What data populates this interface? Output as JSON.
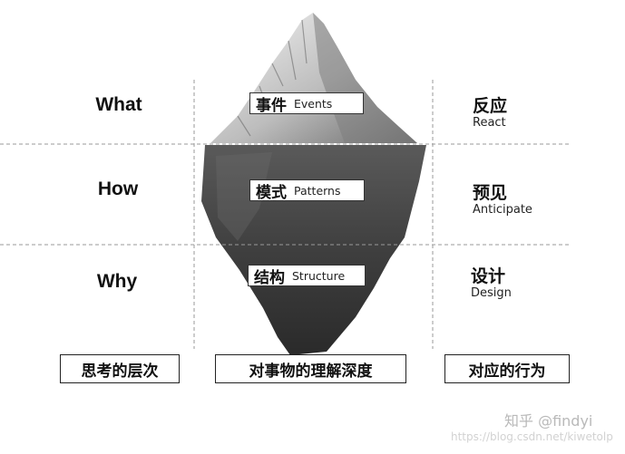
{
  "levels": [
    {
      "question": "What",
      "layer_zh": "事件",
      "layer_en": "Events",
      "action_zh": "反应",
      "action_en": "React"
    },
    {
      "question": "How",
      "layer_zh": "模式",
      "layer_en": "Patterns",
      "action_zh": "预见",
      "action_en": "Anticipate"
    },
    {
      "question": "Why",
      "layer_zh": "结构",
      "layer_en": "Structure",
      "action_zh": "设计",
      "action_en": "Design"
    }
  ],
  "footer": {
    "left": "思考的层次",
    "center": "对事物的理解深度",
    "right": "对应的行为"
  },
  "watermark": {
    "main": "知乎 @findyi",
    "url": "https://blog.csdn.net/kiwetolp"
  },
  "colors": {
    "iceberg_underwater": "#3a3a3a",
    "iceberg_tip": "#d8d8d8",
    "divider": "#9a9a9a"
  }
}
